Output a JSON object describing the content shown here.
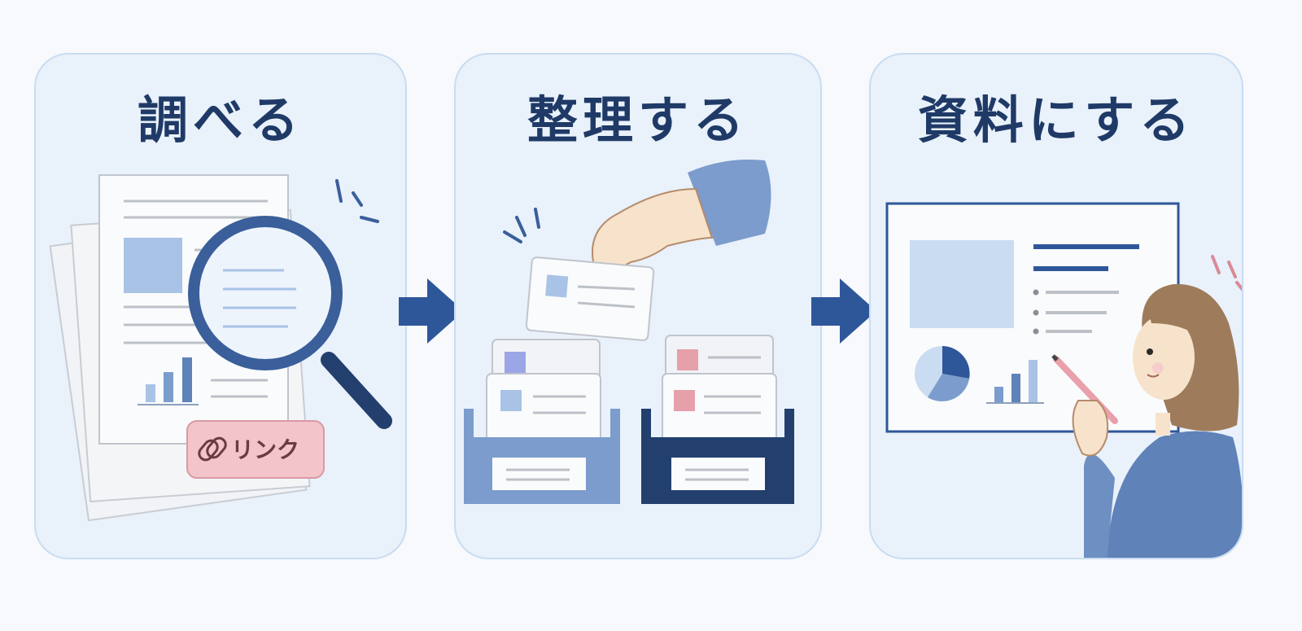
{
  "steps": [
    {
      "title": "調べる",
      "icon": "magnifier-over-documents",
      "tag_label": "リンク"
    },
    {
      "title": "整理する",
      "icon": "hand-sorting-cards-into-boxes"
    },
    {
      "title": "資料にする",
      "icon": "person-drawing-on-presentation-board"
    }
  ],
  "colors": {
    "panel_bg": "#e9f1fb",
    "panel_border": "#c9dcf1",
    "title": "#1f3a66",
    "accent_blue": "#3a5f9a",
    "dark_navy": "#223f6e",
    "light_blue": "#a9c3e6",
    "pink": "#f3c5cb"
  }
}
